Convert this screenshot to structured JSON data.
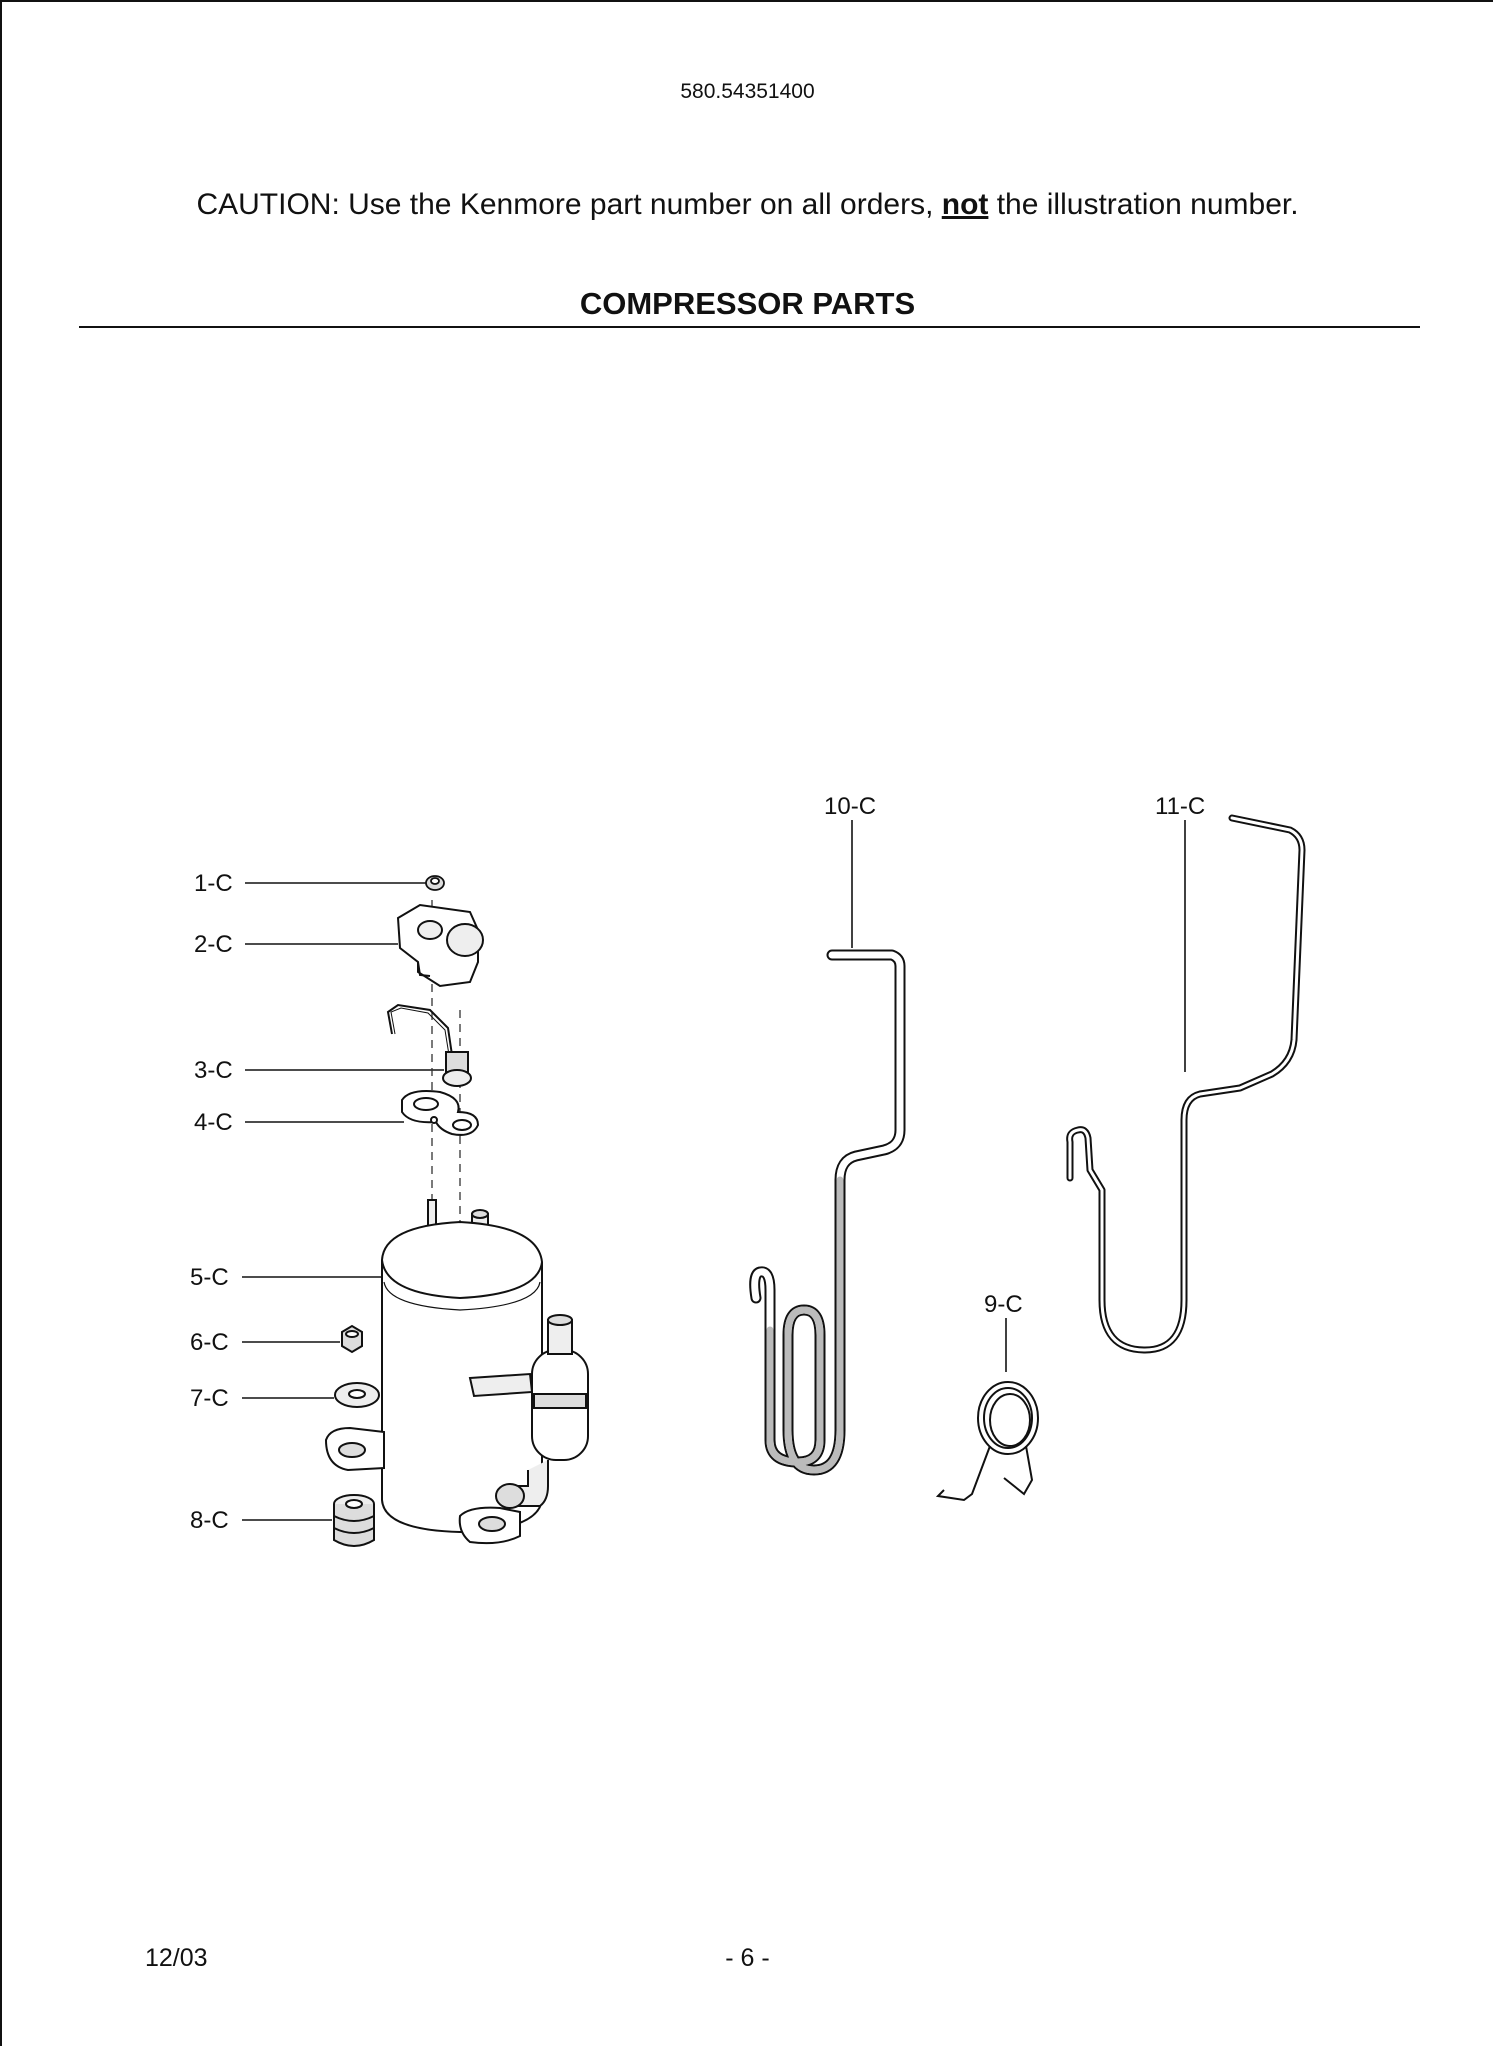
{
  "header": {
    "model_number": "580.54351400",
    "caution_prefix": "CAUTION: Use the Kenmore part number on all orders, ",
    "caution_emphasis": "not",
    "caution_suffix": " the illustration number.",
    "section_title": "COMPRESSOR PARTS"
  },
  "diagram": {
    "callouts": [
      "1-C",
      "2-C",
      "3-C",
      "4-C",
      "5-C",
      "6-C",
      "7-C",
      "8-C",
      "9-C",
      "10-C",
      "11-C"
    ]
  },
  "footer": {
    "date": "12/03",
    "page": "- 6 -"
  }
}
